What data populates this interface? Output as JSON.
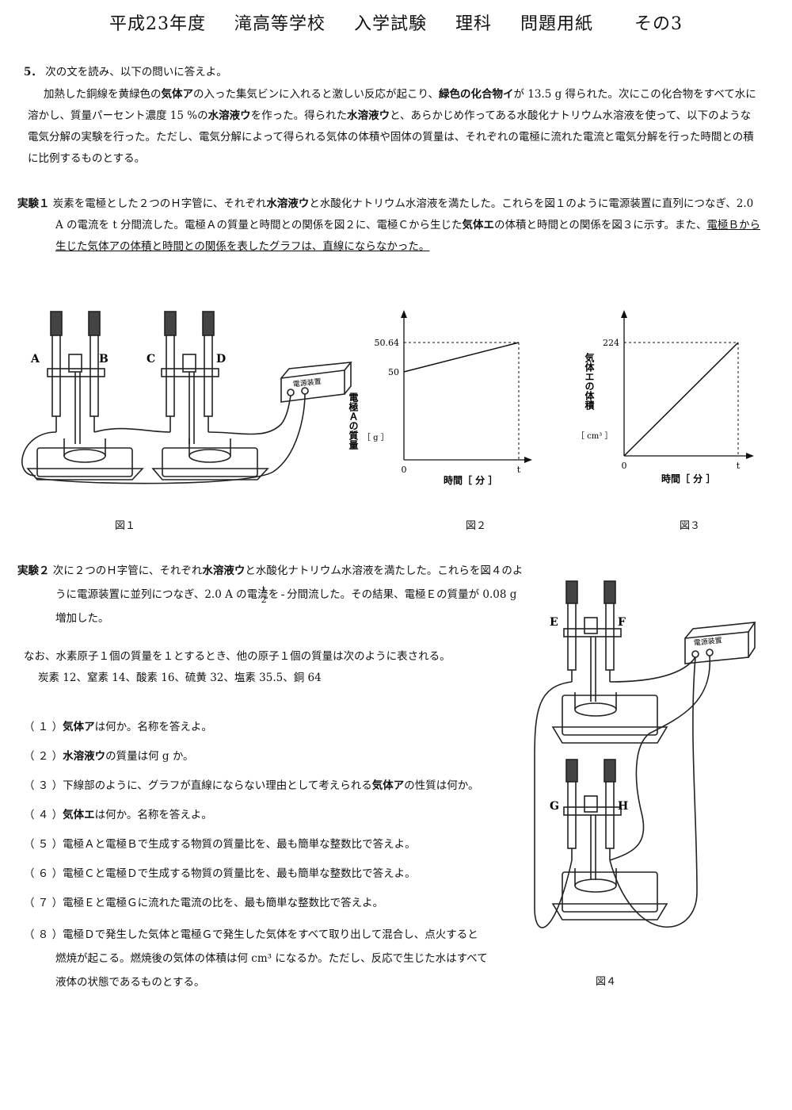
{
  "header": {
    "year": "平成23年度",
    "school": "滝高等学校",
    "exam": "入学試験",
    "subject": "理科",
    "sheet": "問題用紙",
    "page": "その3"
  },
  "problem": {
    "number": "5．",
    "instruction": "次の文を読み、以下の問いに答えよ。",
    "intro_lines": [
      "加熱した銅線を黄緑色の",
      "気体ア",
      "の入った集気ビンに入れると激しい反応が起こり、",
      "緑色の化合物イ",
      "が 13.5 g 得られた。次にこの化合物をす",
      "べて水に溶かし、質量パーセント濃度 15 %の",
      "水溶液ウ",
      "を作った。得られた",
      "水溶液ウ",
      "と、あらかじめ作ってある水酸化ナトリウム水溶液を使っ",
      "て、以下のような電気分解の実験を行った。ただし、電気分解によって得られる気体の体積や固体の質量は、それぞれの電極に流れた電流と電",
      "気分解を行った時間との積に比例するものとする。"
    ]
  },
  "exp1": {
    "label": "実験１",
    "line1_a": "炭素を電極とした２つのＨ字管に、それぞれ",
    "line1_b": "水溶液ウ",
    "line1_c": "と水酸化ナトリウム水溶液を満たした。これらを図１のように電源装置に直列に",
    "line2_a": "つなぎ、2.0 A の電流を t 分間流した。電極Ａの質量と時間との関係を図２に、電極Ｃから生じた",
    "line2_b": "気体エ",
    "line2_c": "の体積と時間との関係を図３に",
    "line3_a": "示す。また、",
    "line3_u": "電極Ｂから生じた気体アの体積と時間との関係を表したグラフは、直線にならなかった。"
  },
  "fig1": {
    "labels": [
      "A",
      "B",
      "C",
      "D"
    ],
    "power": "電源装置",
    "caption": "図１"
  },
  "chart_data": [
    {
      "type": "line",
      "x": [
        0,
        "t"
      ],
      "y": [
        50,
        50.64
      ],
      "xticks": [
        "0",
        "t"
      ],
      "yticks": [
        "50",
        "50.64"
      ],
      "ylabel": "電極Ａの質量",
      "yunit": "［ g ］",
      "xlabel": "時間［ 分 ］",
      "caption": "図２"
    },
    {
      "type": "line",
      "x": [
        0,
        "t"
      ],
      "y": [
        0,
        224
      ],
      "xticks": [
        "0",
        "t"
      ],
      "yticks": [
        "224"
      ],
      "ylabel": "気体エの体積",
      "yunit": "［ cm³ ］",
      "xlabel": "時間［ 分 ］",
      "caption": "図３"
    }
  ],
  "exp2": {
    "label": "実験２",
    "line1_a": "次に２つのＨ字管に、それぞれ",
    "line1_b": "水溶液ウ",
    "line1_c": "と水酸化ナトリウム水溶液を満たした。これら",
    "line2_a": "を図４のように電源装置に並列につなぎ、2.0 A の電流を",
    "frac_num": "t",
    "frac_den": "2",
    "line2_b": "分間流した。その結果、電",
    "line3": "極Ｅの質量が 0.08 g 増加した。"
  },
  "note": {
    "line1": "なお、水素原子１個の質量を１とするとき、他の原子１個の質量は次のように表される。",
    "line2": "炭素 12、窒素 14、酸素 16、硫黄 32、塩素 35.5、銅 64"
  },
  "questions": [
    {
      "num": "（ １ ）",
      "bold": "気体ア",
      "text": "は何か。名称を答えよ。"
    },
    {
      "num": "（ ２ ）",
      "bold": "水溶液ウ",
      "text": "の質量は何 g か。"
    },
    {
      "num": "（ ３ ）",
      "pre": "下線部のように、グラフが直線にならない理由として考えられる",
      "bold": "気体ア",
      "text": "の性質は何か。"
    },
    {
      "num": "（ ４ ）",
      "bold": "気体エ",
      "text": "は何か。名称を答えよ。"
    },
    {
      "num": "（ ５ ）",
      "text": "電極Ａと電極Ｂで生成する物質の質量比を、最も簡単な整数比で答えよ。"
    },
    {
      "num": "（ ６ ）",
      "text": "電極Ｃと電極Ｄで生成する物質の質量比を、最も簡単な整数比で答えよ。"
    },
    {
      "num": "（ ７ ）",
      "text": "電極Ｅと電極Ｇに流れた電流の比を、最も簡単な整数比で答えよ。"
    },
    {
      "num": "（ ８ ）",
      "text": "電極Ｄで発生した気体と電極Ｇで発生した気体をすべて取り出して混合し、点火すると",
      "line2": "燃焼が起こる。燃焼後の気体の体積は何 cm³ になるか。ただし、反応で生じた水はすべて",
      "line3": "液体の状態であるものとする。"
    }
  ],
  "fig4": {
    "labels": [
      "E",
      "F",
      "G",
      "H"
    ],
    "power": "電源装置",
    "caption": "図４"
  }
}
